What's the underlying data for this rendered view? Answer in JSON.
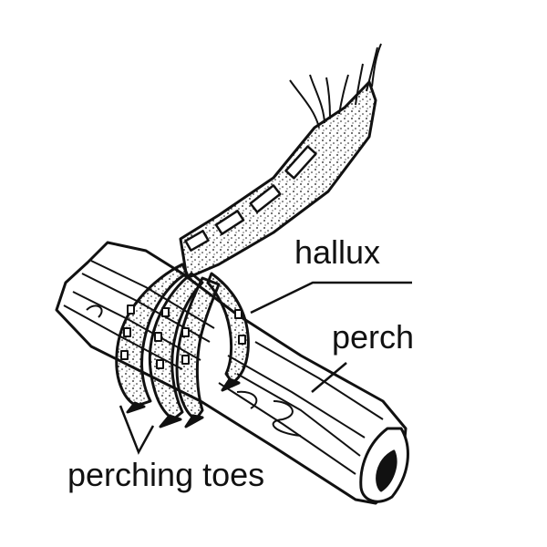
{
  "diagram": {
    "subject": "bird foot perching on a branch",
    "labels": {
      "hallux": "hallux",
      "perch": "perch",
      "perching_toes": "perching toes"
    },
    "colors": {
      "ink": "#111111",
      "background": "#ffffff"
    }
  }
}
